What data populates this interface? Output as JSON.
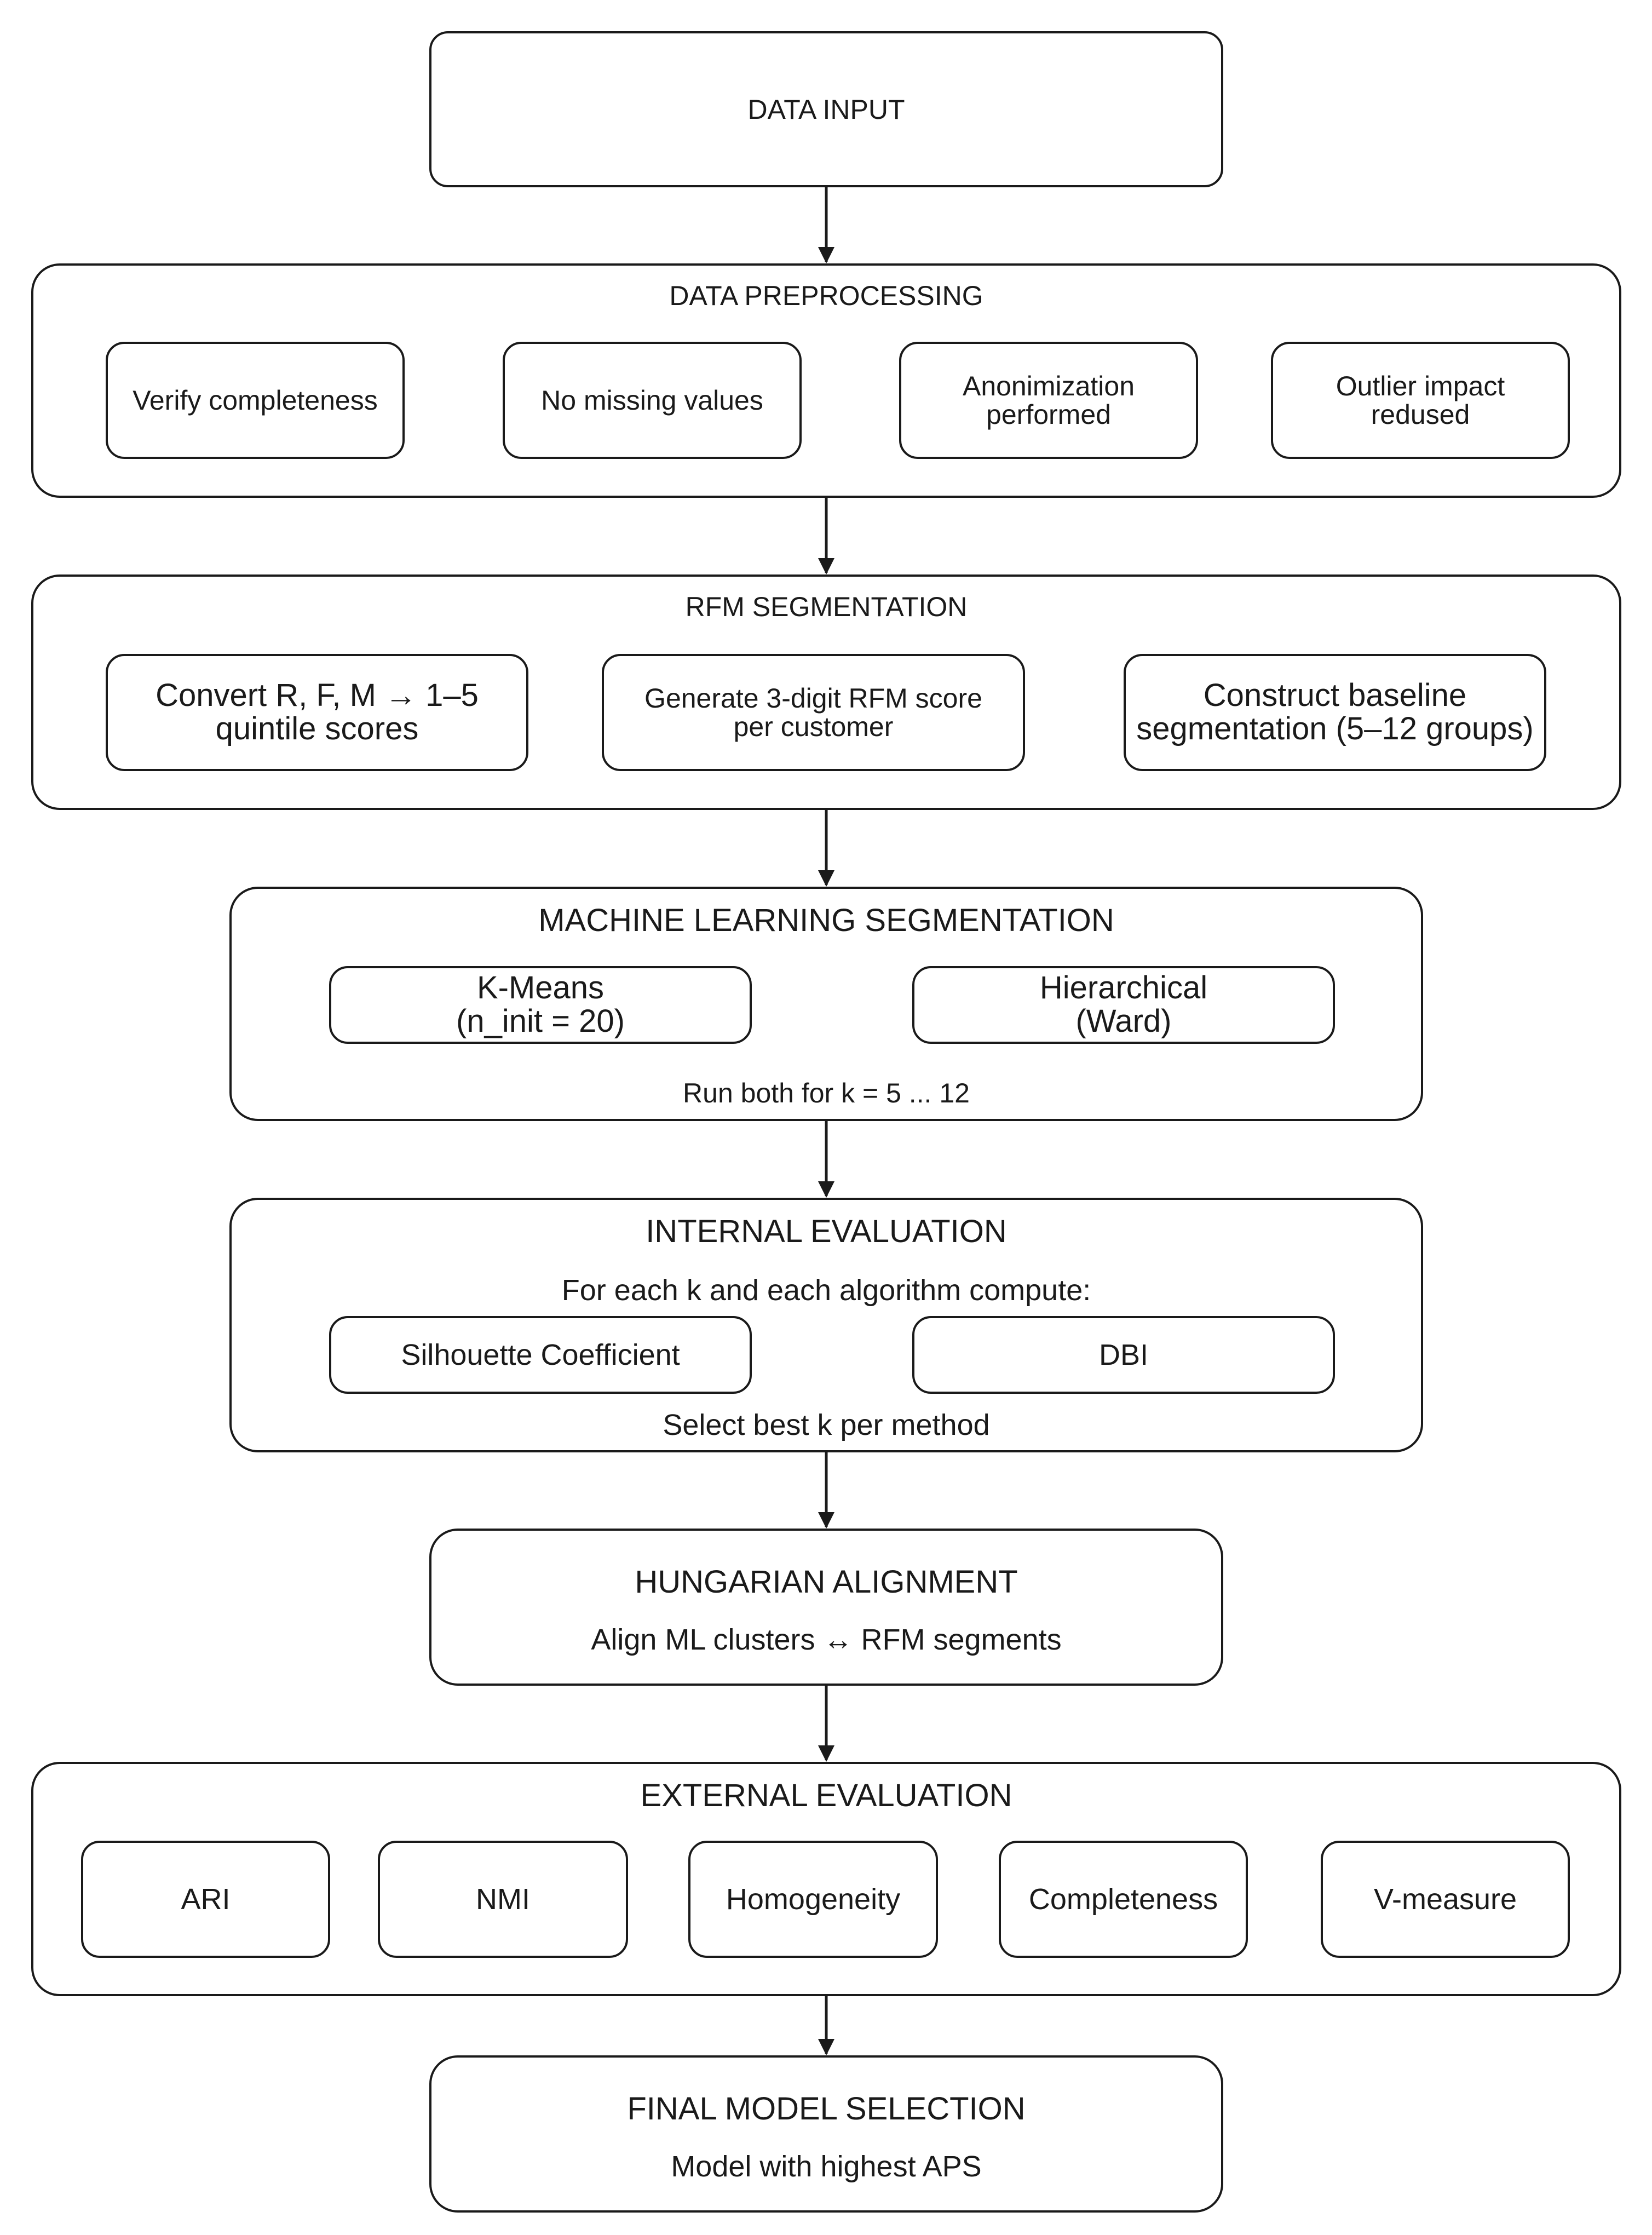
{
  "data_input": {
    "title": "DATA INPUT"
  },
  "preprocessing": {
    "title": "DATA PREPROCESSING",
    "steps": [
      {
        "line1": "Verify completeness",
        "line2": ""
      },
      {
        "line1": "No missing values",
        "line2": ""
      },
      {
        "line1": "Anonimization",
        "line2": "performed"
      },
      {
        "line1": "Outlier impact",
        "line2": "redused"
      }
    ]
  },
  "rfm": {
    "title": "RFM SEGMENTATION",
    "steps": [
      {
        "line1": "Convert R, F, M → 1–5",
        "line2": "quintile scores"
      },
      {
        "line1": "Generate 3-digit RFM score",
        "line2": "per customer"
      },
      {
        "line1": "Construct baseline",
        "line2": "segmentation (5–12 groups)"
      }
    ]
  },
  "ml": {
    "title": "MACHINE LEARNING SEGMENTATION",
    "methods": [
      {
        "line1": "K-Means",
        "line2": "(n_init = 20)"
      },
      {
        "line1": "Hierarchical",
        "line2": "(Ward)"
      }
    ],
    "note": "Run both for k = 5 ... 12"
  },
  "internal": {
    "title": "INTERNAL EVALUATION",
    "intro": "For each k and each algorithm compute:",
    "metrics": [
      "Silhouette Coefficient",
      "DBI"
    ],
    "note": "Select best k per method"
  },
  "hungarian": {
    "title": "HUNGARIAN ALIGNMENT",
    "text": "Align ML clusters ↔ RFM segments"
  },
  "external": {
    "title": "EXTERNAL EVALUATION",
    "metrics": [
      "ARI",
      "NMI",
      "Homogeneity",
      "Completeness",
      "V-measure"
    ]
  },
  "final": {
    "title": "FINAL MODEL SELECTION",
    "text": "Model with highest APS"
  }
}
